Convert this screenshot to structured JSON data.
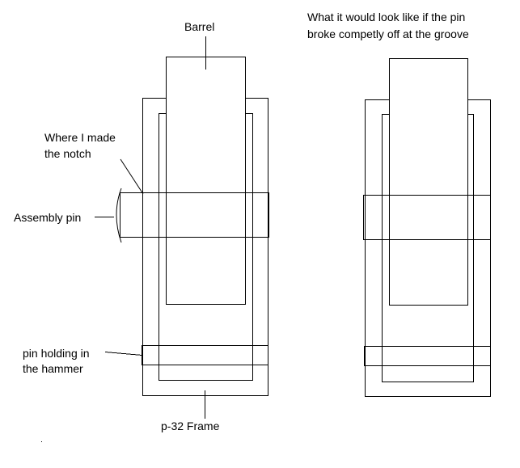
{
  "labels": {
    "barrel": "Barrel",
    "notch_line1": "Where I made",
    "notch_line2": "the notch",
    "assembly_pin": "Assembly pin",
    "hammer_pin_line1": "pin holding in",
    "hammer_pin_line2": "the hammer",
    "frame": "p-32 Frame",
    "right_title_line1": "What it would look like if the pin",
    "right_title_line2": "broke competly off at the groove"
  },
  "colors": {
    "line": "#000000",
    "background": "#ffffff"
  }
}
